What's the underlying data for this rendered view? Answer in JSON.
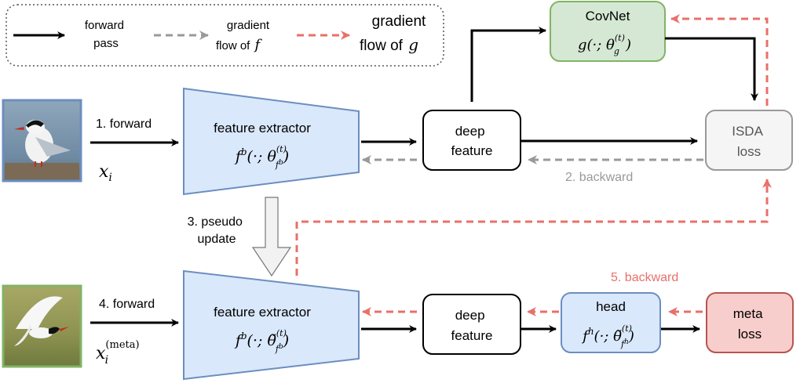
{
  "legend": {
    "forward_pass": [
      "forward",
      "pass"
    ],
    "gradient_f": [
      "gradient",
      "flow of "
    ],
    "gradient_f_symbol": "f",
    "gradient_g": [
      "gradient",
      "flow of "
    ],
    "gradient_g_symbol": "g"
  },
  "top_row": {
    "step1_label": "1. forward",
    "input_symbol": "x",
    "input_sub": "i",
    "extractor_title": "feature extractor",
    "extractor_formula": "f^b(·; θ_{f^b}^{(t)})",
    "deep_feature": [
      "deep",
      "feature"
    ],
    "covnet_title": "CovNet",
    "covnet_formula": "g(·; θ_g^{(t)})",
    "isda_loss": [
      "ISDA",
      "loss"
    ],
    "step2_label": "2. backward"
  },
  "middle": {
    "step3_label": [
      "3. pseudo",
      "update"
    ]
  },
  "bottom_row": {
    "step4_label": "4. forward",
    "input_symbol": "x",
    "input_sub": "i",
    "input_sup": "(meta)",
    "extractor_title": "feature extractor",
    "extractor_formula": "f^b(·; θ̃_{f^b}^{(t)})",
    "deep_feature": [
      "deep",
      "feature"
    ],
    "head_title": "head",
    "head_formula": "f^h(·; θ̃_{f^h}^{(t)})",
    "meta_loss": [
      "meta",
      "loss"
    ],
    "step5_label": "5. backward"
  },
  "colors": {
    "forward": "#000000",
    "gradient_f": "#999999",
    "gradient_g": "#e8706a",
    "extractor_fill": "#dae8fc",
    "extractor_stroke": "#6c8ebf",
    "covnet_fill": "#d5e8d4",
    "covnet_stroke": "#82b366",
    "loss_fill": "#f5f5f5",
    "loss_stroke": "#999999",
    "meta_fill": "#f8cecc",
    "meta_stroke": "#b85450"
  }
}
